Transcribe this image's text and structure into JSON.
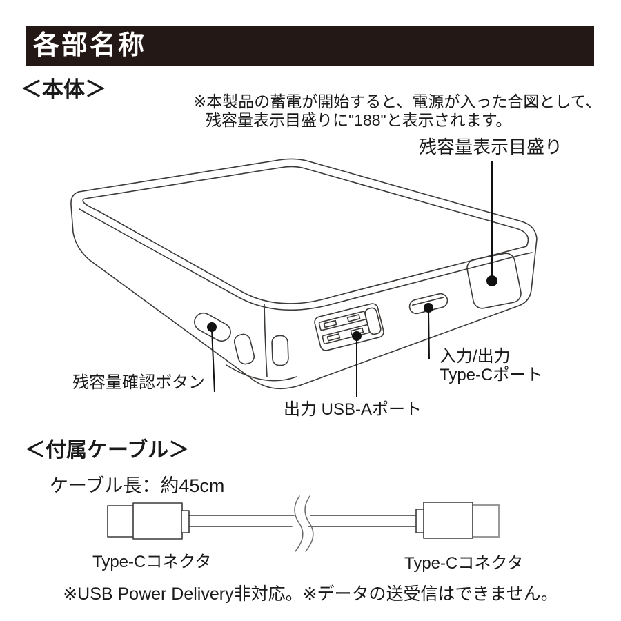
{
  "header": {
    "title": "各部名称",
    "band_color": "#231815",
    "text_color": "#ffffff"
  },
  "body_section": {
    "heading": "＜本体＞",
    "note_line1": "※本製品の蓄電が開始すると、電源が入った合図として、",
    "note_line2": "残容量表示目盛りに\"188\"と表示されます。",
    "labels": {
      "gauge": "残容量表示目盛り",
      "button": "残容量確認ボタン",
      "usb_a": "出力 USB-Aポート",
      "type_c_line1": "入力/出力",
      "type_c_line2": "Type-Cポート"
    }
  },
  "cable_section": {
    "heading": "＜付属ケーブル＞",
    "length_label": "ケーブル長：約45cm",
    "connector_left": "Type-Cコネクタ",
    "connector_right": "Type-Cコネクタ",
    "footnote": "※USB Power Delivery非対応。※データの送受信はできません。"
  },
  "diagram": {
    "line_color": "#3d3a38",
    "callout_color": "#111111",
    "device_parts": [
      "残容量表示目盛り",
      "入力/出力 Type-Cポート",
      "出力 USB-Aポート",
      "残容量確認ボタン"
    ],
    "cable_parts": [
      "Type-Cコネクタ",
      "Type-Cコネクタ"
    ]
  }
}
